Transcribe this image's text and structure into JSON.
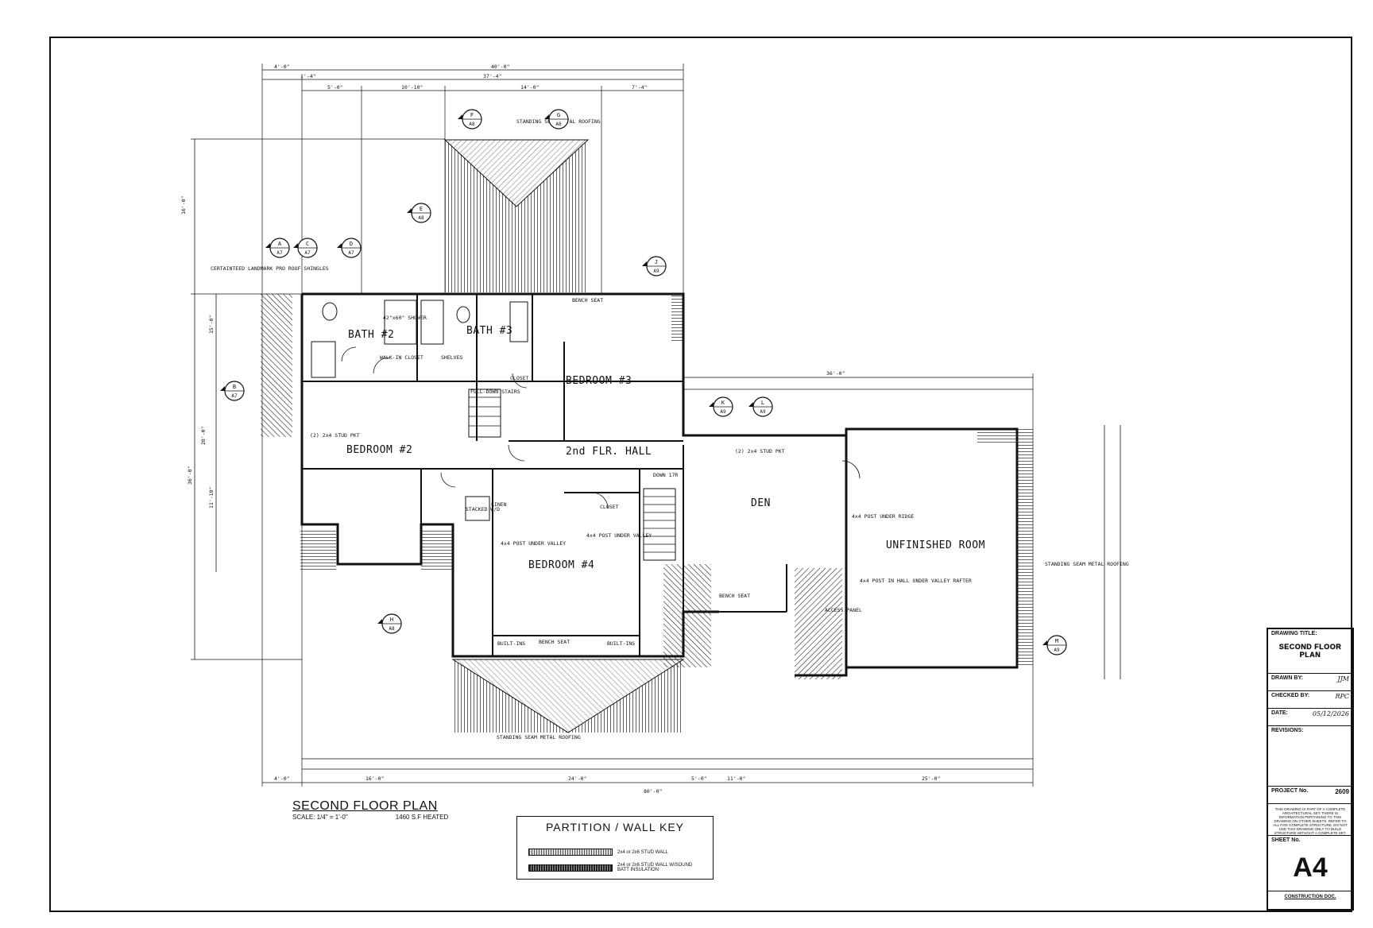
{
  "sheet": {
    "title_block": {
      "drawing_title_label": "DRAWING TITLE:",
      "drawing_title": "SECOND FLOOR PLAN",
      "drawn_by_label": "DRAWN BY:",
      "drawn_by": "JJM",
      "checked_by_label": "CHECKED BY:",
      "checked_by": "RPC",
      "date_label": "DATE:",
      "date": "05/12/2026",
      "revisions_label": "REVISIONS:",
      "project_label": "PROJECT No.",
      "project_no": "2609",
      "note": "THIS DRAWING IS PART OF A COMPLETE ARCHITECTURAL SET. THERE IS INFORMATION PERTAINING TO THIS DRAWING ON OTHER SHEETS. REFER TO ALL FOR COMPLETE STRUCTURE. DO NOT USE THIS DRAWING ONLY TO BUILD STRUCTURE WITHOUT A COMPLETE SET.",
      "sheet_label": "SHEET No.",
      "sheet_no": "A4",
      "stamp": "CONSTRUCTION DOC."
    },
    "plan_title": "SECOND FLOOR PLAN",
    "scale": "SCALE: 1/4\" = 1'-0\"",
    "area": "1460 S.F HEATED",
    "key": {
      "title": "PARTITION / WALL KEY",
      "row1": "2x4 or 2x6 STUD WALL",
      "row2": "2x4 or 2x6 STUD WALL W/SOUND BATT INSULATION"
    }
  },
  "rooms": {
    "bath2": "BATH #2",
    "bath3": "BATH #3",
    "bedroom3": "BEDROOM #3",
    "bedroom2": "BEDROOM #2",
    "hall": "2nd FLR. HALL",
    "den": "DEN",
    "unfinished": "UNFINISHED ROOM",
    "bedroom4": "BEDROOM #4"
  },
  "labels": {
    "walkin": "WALK-IN CLOSET",
    "shower": "42\"x60\" SHOWER",
    "shelves": "SHELVES",
    "closet": "CLOSET",
    "stairs": "FULL-DOWN STAIRS",
    "linen": "LINEN",
    "stacked": "STACKED W/D",
    "closet2": "CLOSET",
    "bench1": "BENCH SEAT",
    "bench2": "BENCH SEAT",
    "bench3": "BENCH SEAT",
    "builtins1": "BUILT-INS",
    "builtins2": "BUILT-INS",
    "down": "DOWN 17R",
    "roof_top": "STANDING SEAM METAL ROOFING",
    "roof_bottom": "STANDING SEAM METAL ROOFING",
    "roof_right": "STANDING SEAM METAL ROOFING",
    "shingles": "CERTAINTEED LANDMARK PRO ROOF SHINGLES",
    "post1": "4x4 POST UNDER VALLEY",
    "post2": "4x4 POST UNDER VALLEY",
    "post3": "4x4 POST UNDER RIDGE",
    "post4": "4x4 POST IN HALL UNDER VALLEY RAFTER",
    "access": "ACCESS PANEL",
    "stud1": "(2) 2x4 STUD PKT",
    "stud2": "(2) 2x4 STUD PKT"
  },
  "dims": {
    "top_total": "40'-0\"",
    "top_a": "4'-0\"",
    "top_b": "37'-4\"",
    "top_c": "1'-4\"",
    "top_d": "5'-0\"",
    "top_e": "10'-10\"",
    "top_f": "14'-0\"",
    "top_g": "7'-4\"",
    "right_total": "36'-0\"",
    "bot_total": "80'-0\"",
    "bot_a": "16'-0\"",
    "bot_b": "24'-0\"",
    "bot_c": "11'-0\"",
    "bot_d": "25'-0\"",
    "bot_e": "4'-0\"",
    "bot_f": "5'-0\"",
    "left_a": "16'-0\"",
    "left_b": "15'-0\"",
    "left_c": "20'-0\"",
    "left_d": "36'-0\"",
    "left_e": "11'-10\""
  },
  "markers": [
    {
      "letter": "F",
      "sheet": "A8"
    },
    {
      "letter": "G",
      "sheet": "A8"
    },
    {
      "letter": "E",
      "sheet": "A8"
    },
    {
      "letter": "A",
      "sheet": "A7"
    },
    {
      "letter": "C",
      "sheet": "A7"
    },
    {
      "letter": "D",
      "sheet": "A7"
    },
    {
      "letter": "J",
      "sheet": "A9"
    },
    {
      "letter": "B",
      "sheet": "A7"
    },
    {
      "letter": "K",
      "sheet": "A9"
    },
    {
      "letter": "L",
      "sheet": "A9"
    },
    {
      "letter": "H",
      "sheet": "A8"
    },
    {
      "letter": "M",
      "sheet": "A9"
    }
  ]
}
